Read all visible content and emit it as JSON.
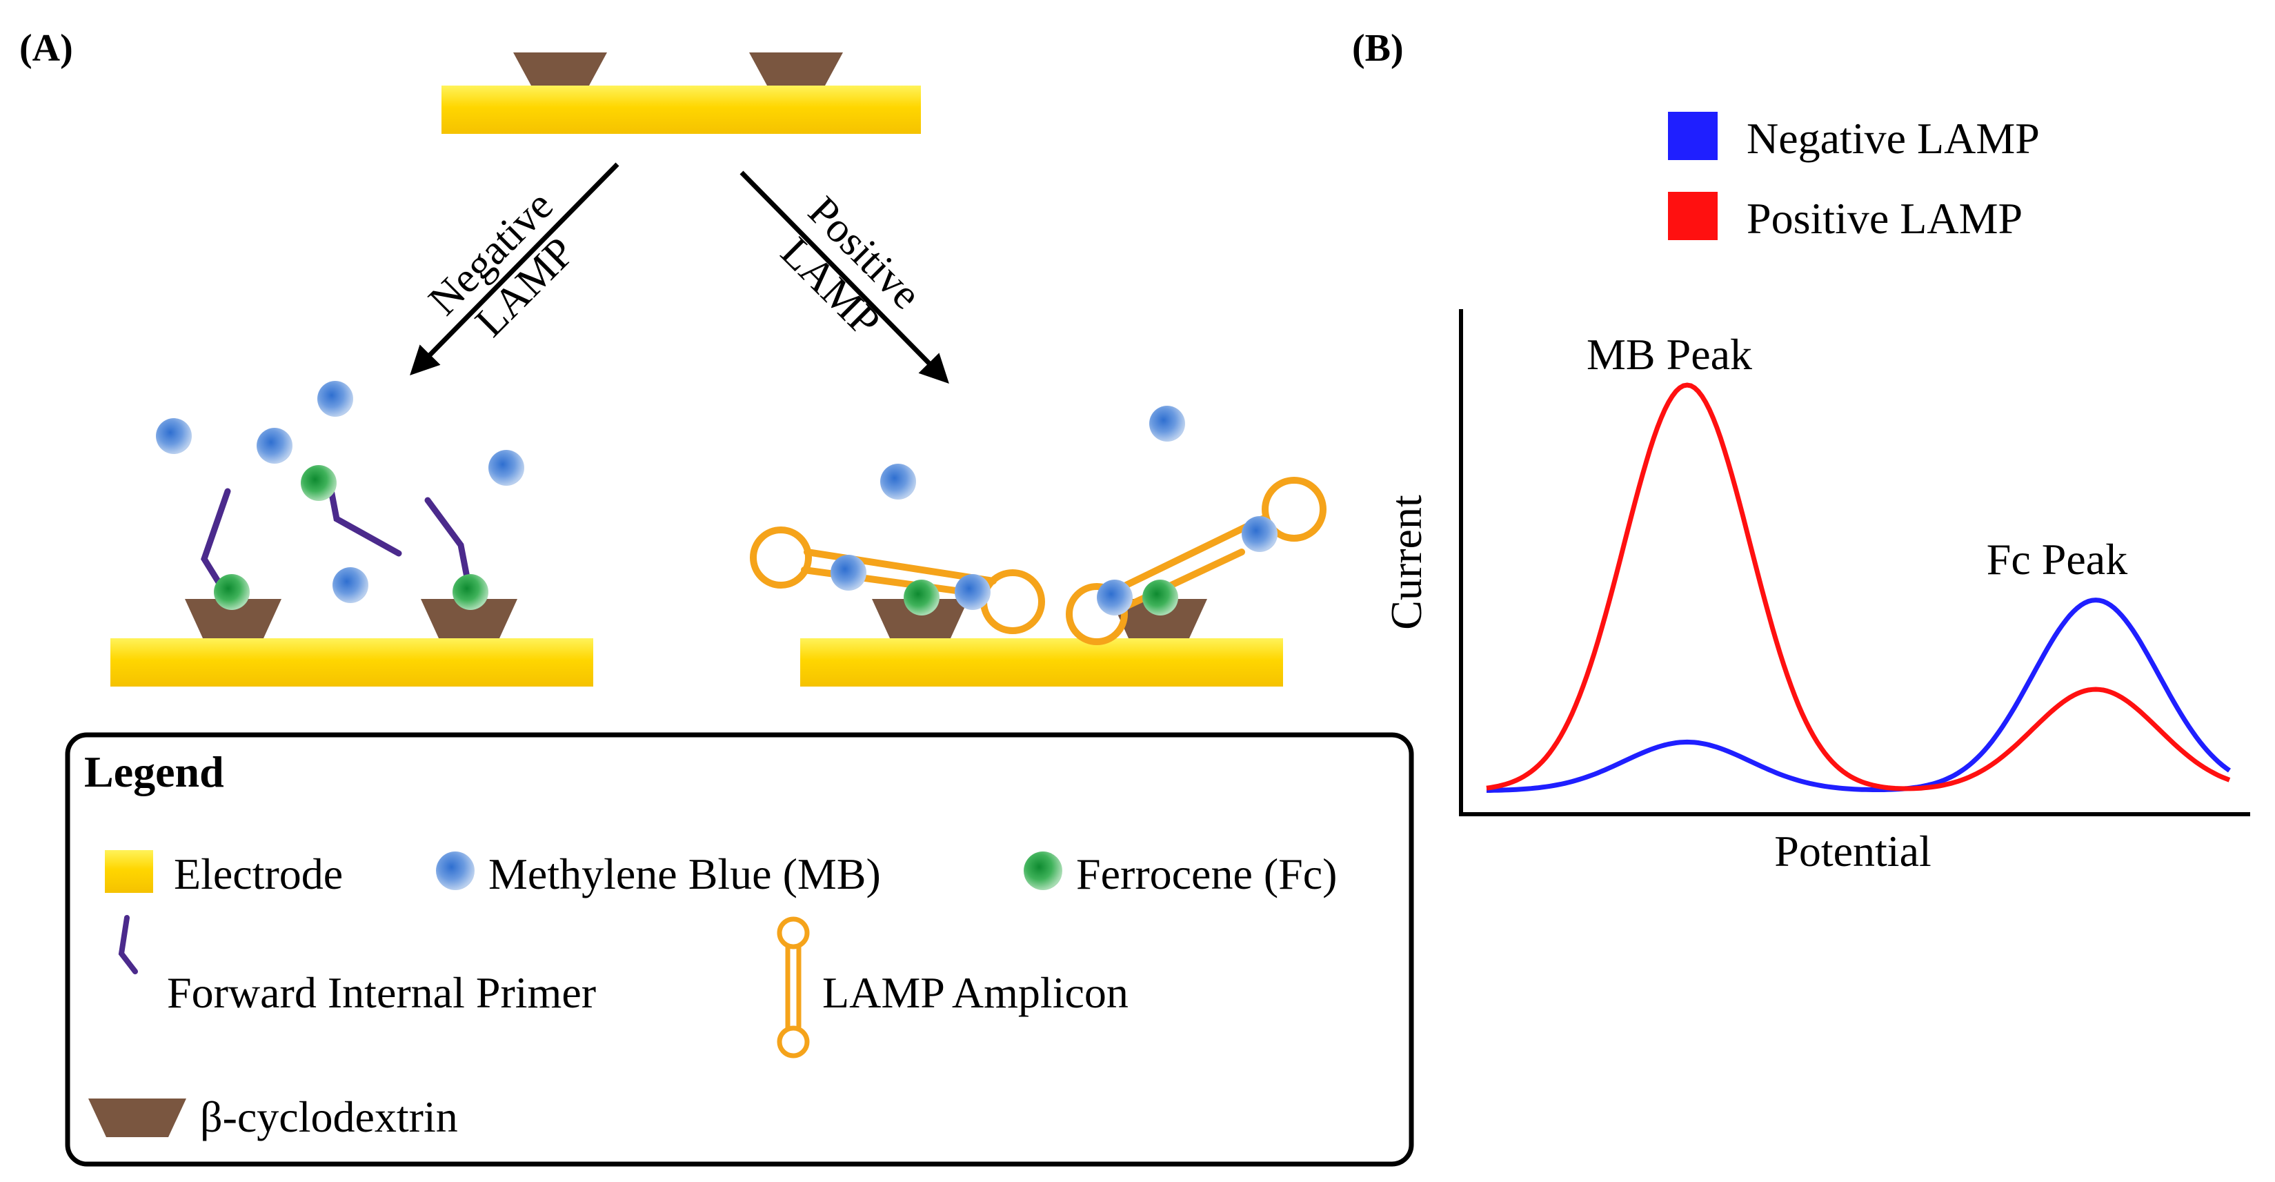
{
  "panelA": {
    "label": "(A)",
    "arrows": {
      "negative": {
        "line1": "Negative",
        "line2": "LAMP"
      },
      "positive": {
        "line1": "Positive",
        "line2": "LAMP"
      }
    },
    "legend": {
      "title": "Legend",
      "items": {
        "electrode": "Electrode",
        "mb": "Methylene Blue (MB)",
        "fc": "Ferrocene (Fc)",
        "primer": "Forward Internal Primer",
        "amplicon": "LAMP Amplicon",
        "cyclodextrin": "β-cyclodextrin"
      }
    }
  },
  "panelB": {
    "label": "(B)",
    "legend": {
      "negative": "Negative LAMP",
      "positive": "Positive LAMP"
    },
    "annotations": {
      "mb_peak": "MB Peak",
      "fc_peak": "Fc Peak"
    },
    "xlabel": "Potential",
    "ylabel": "Current"
  },
  "colors": {
    "negative": "#1f1fff",
    "positive": "#ff1010",
    "electrode": "#ffd800",
    "cyclodextrin": "#7a5640",
    "mb": "#5b8fd6",
    "fc": "#2ea84f",
    "primer": "#4b2a8c",
    "amplicon": "#f5a31a"
  },
  "chart_data": {
    "type": "line",
    "title": "",
    "xlabel": "Potential",
    "ylabel": "Current",
    "series": [
      {
        "name": "Negative LAMP",
        "peaks": [
          {
            "label": "MB Peak",
            "x": 0.27,
            "y": 0.12
          },
          {
            "label": "Fc Peak",
            "x": 0.82,
            "y": 0.47
          }
        ]
      },
      {
        "name": "Positive LAMP",
        "peaks": [
          {
            "label": "MB Peak",
            "x": 0.27,
            "y": 1.0
          },
          {
            "label": "Fc Peak",
            "x": 0.82,
            "y": 0.25
          }
        ]
      }
    ]
  }
}
